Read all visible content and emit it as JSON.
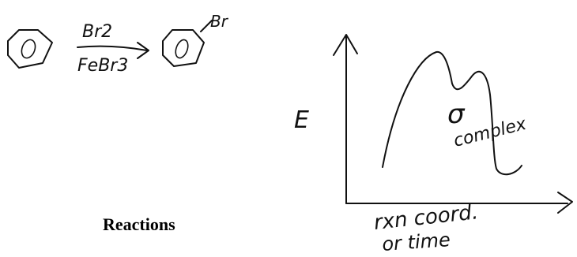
{
  "reaction": {
    "reagent_top": "Br2",
    "reagent_bottom": "FeBr3",
    "product_substituent": "Br"
  },
  "energy_diagram": {
    "y_axis_label": "E",
    "intermediate_symbol": "σ",
    "intermediate_label": "complex",
    "x_axis_label_line1": "rxn coord.",
    "x_axis_label_line2": "or time"
  },
  "section_title": "Reactions"
}
